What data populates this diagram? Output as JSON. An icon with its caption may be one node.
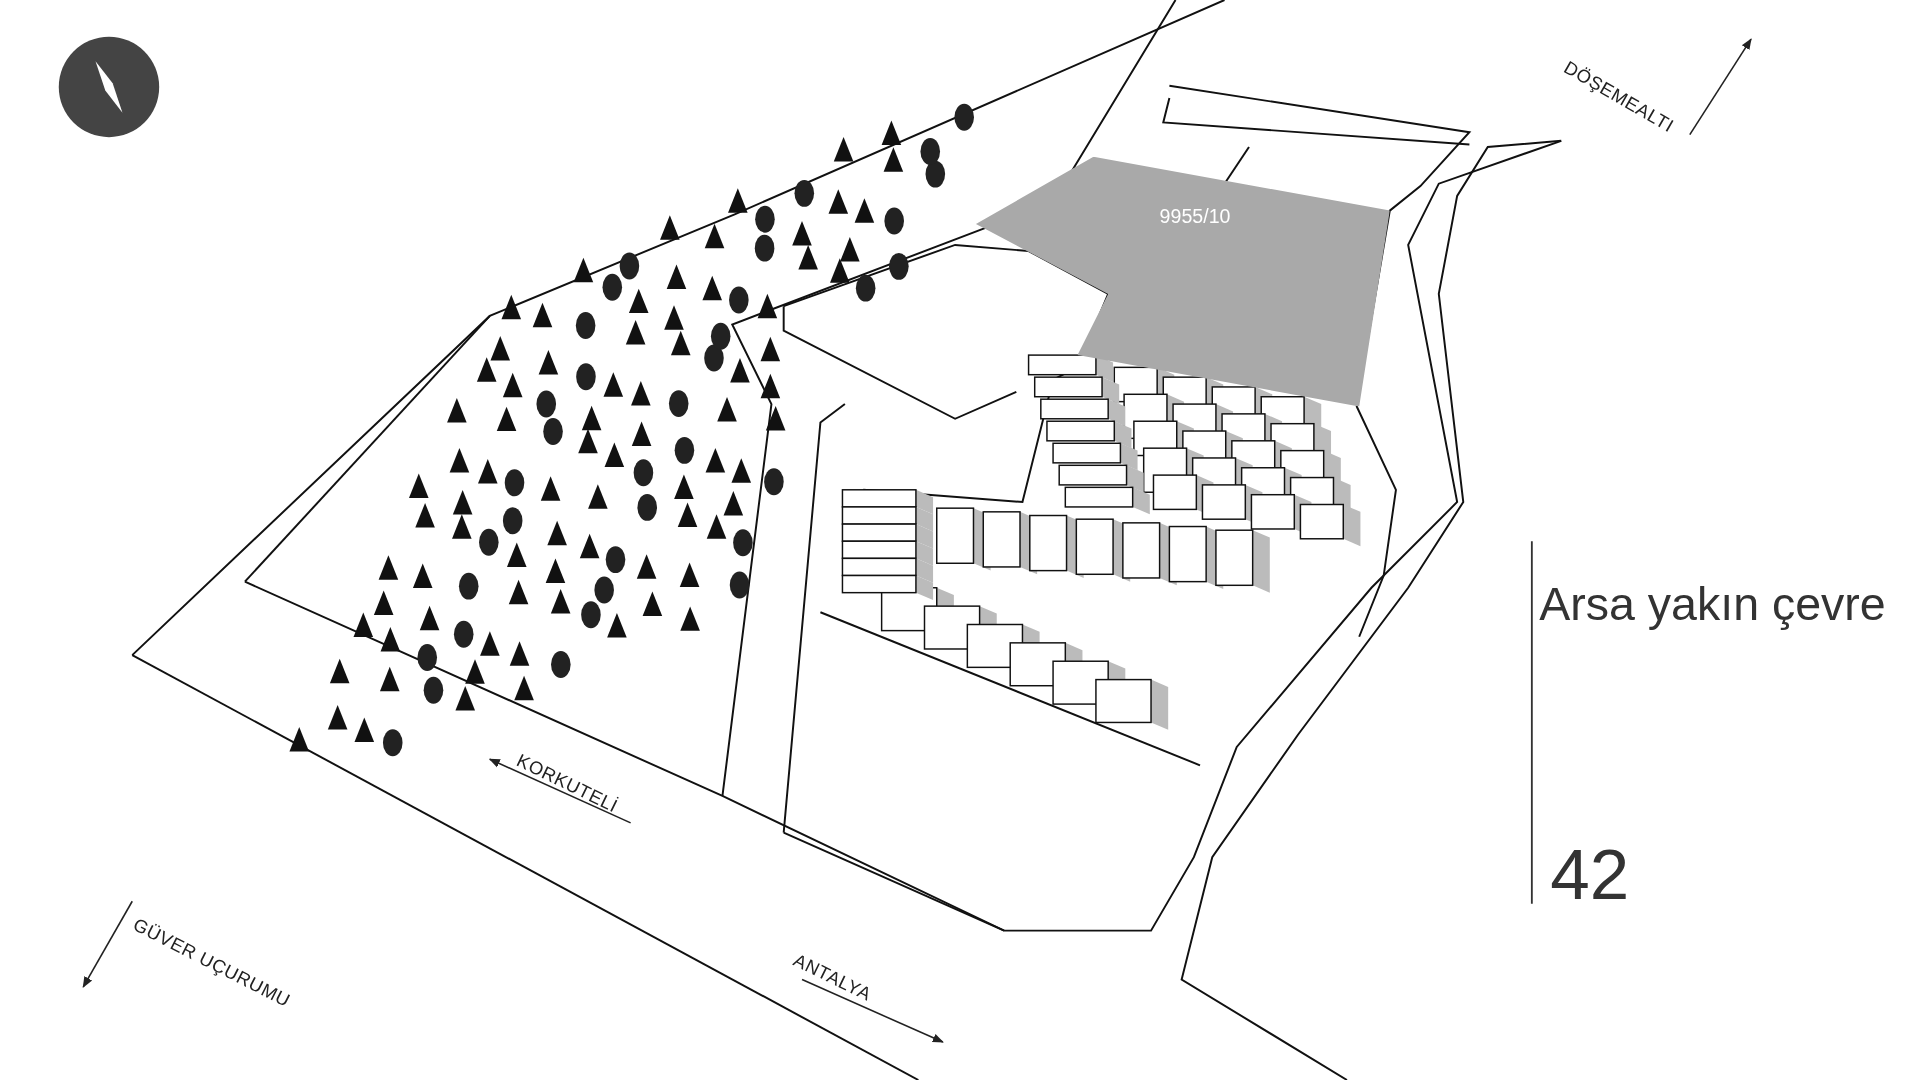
{
  "diagram": {
    "title": "Arsa yakın çevre",
    "nodes": [
      {
        "text": [
          "9955/10"
        ]
      }
    ],
    "edges": [],
    "labels": [
      "DÖŞEMEALTI",
      "GÜVER UÇURUMU",
      "KORKUTELİ",
      "ANTALYA",
      "42"
    ]
  }
}
